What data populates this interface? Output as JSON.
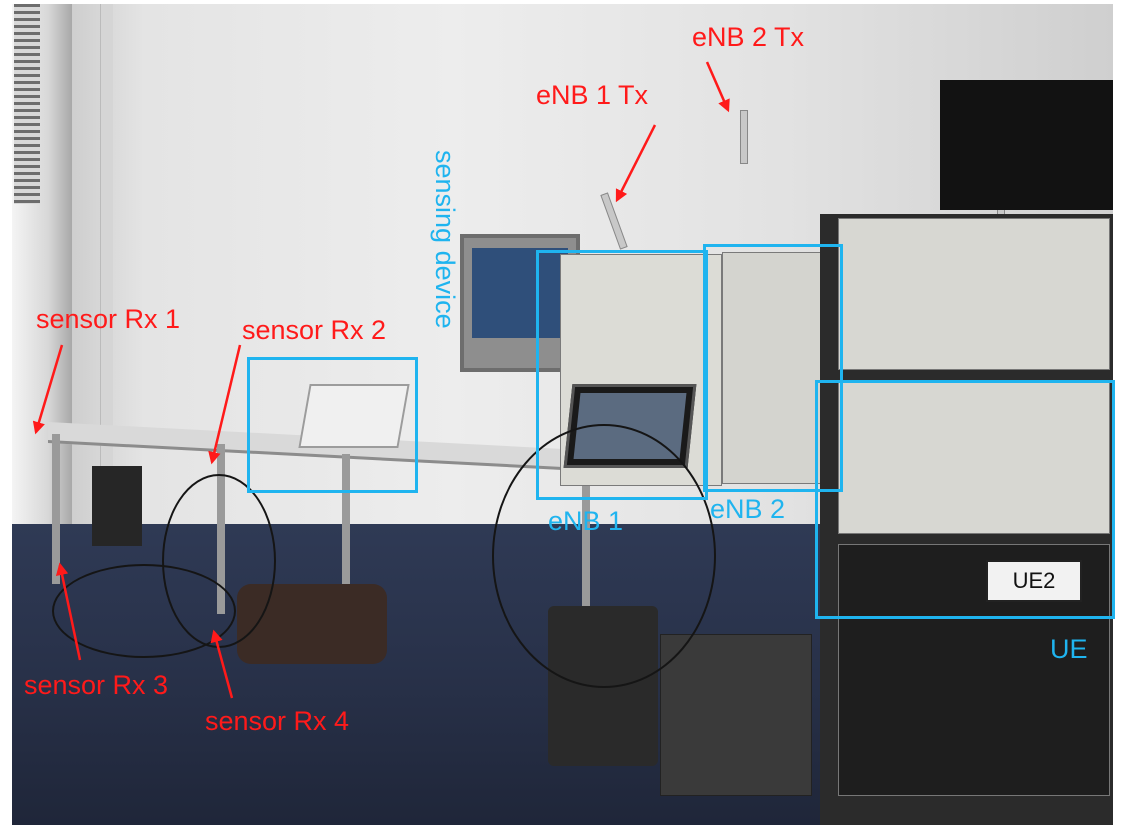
{
  "labels": {
    "enb2_tx": "eNB 2 Tx",
    "enb1_tx": "eNB 1 Tx",
    "sensing_device": "sensing device",
    "sensor_rx1": "sensor Rx 1",
    "sensor_rx2": "sensor Rx 2",
    "sensor_rx3": "sensor Rx 3",
    "sensor_rx4": "sensor Rx 4",
    "enb1": "eNB 1",
    "enb2": "eNB 2",
    "ue": "UE",
    "ue2_tag": "UE2"
  },
  "colors": {
    "annotation_red": "#ff1a1a",
    "annotation_blue": "#1fb4ef"
  }
}
